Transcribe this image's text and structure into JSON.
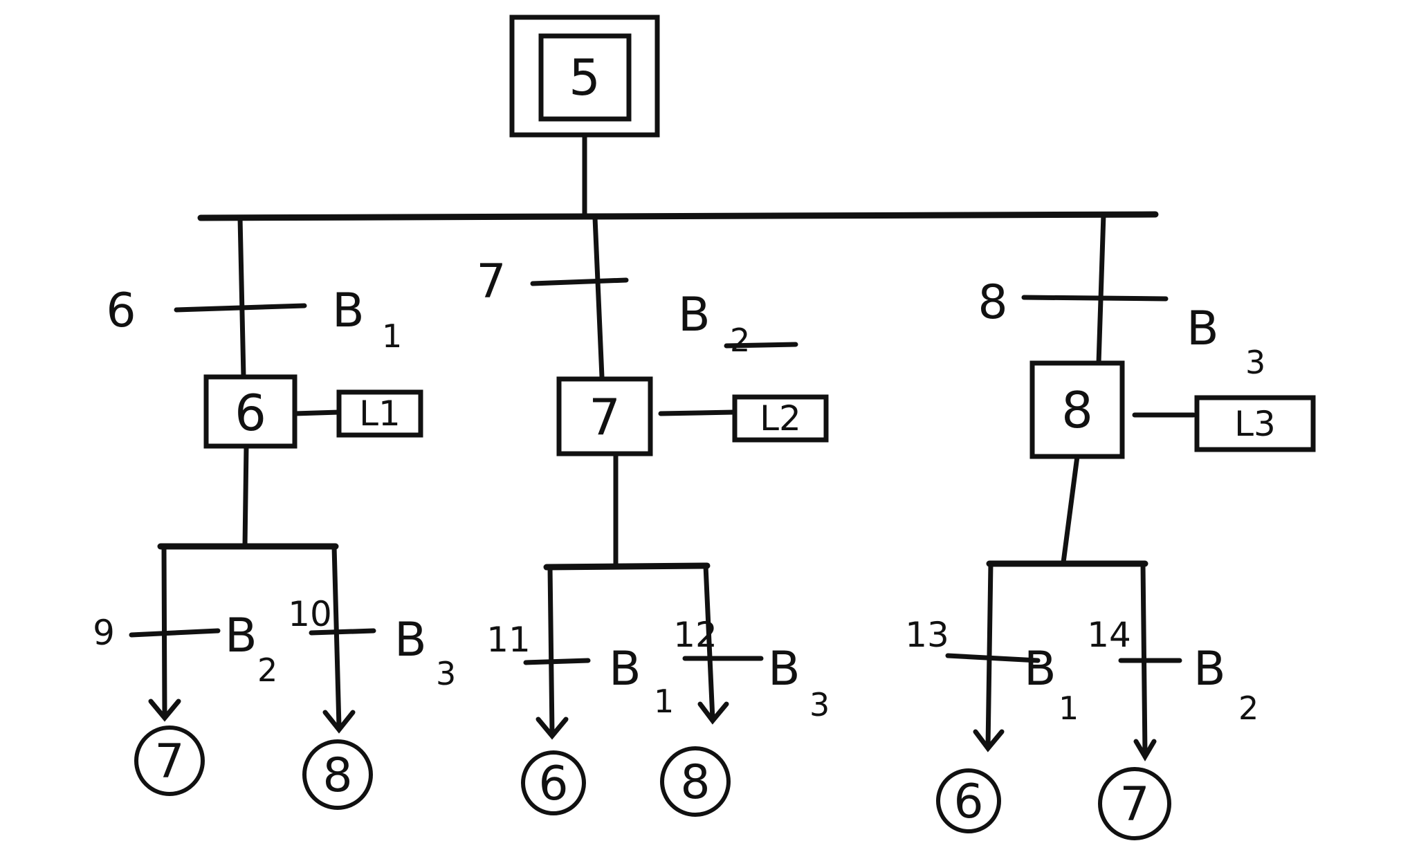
{
  "initial_step": {
    "label": "5"
  },
  "branches": [
    {
      "transition": {
        "number": "6",
        "cond": "B",
        "cond_sub": "1"
      },
      "step": {
        "label": "6",
        "action": "L1"
      },
      "sub_transitions": [
        {
          "number": "9",
          "cond": "B",
          "cond_sub": "2",
          "target": "7"
        },
        {
          "number": "10",
          "cond": "B",
          "cond_sub": "3",
          "target": "8"
        }
      ]
    },
    {
      "transition": {
        "number": "7",
        "cond": "B",
        "cond_sub": "2"
      },
      "step": {
        "label": "7",
        "action": "L2"
      },
      "sub_transitions": [
        {
          "number": "11",
          "cond": "B",
          "cond_sub": "1",
          "target": "6"
        },
        {
          "number": "12",
          "cond": "B",
          "cond_sub": "3",
          "target": "8"
        }
      ]
    },
    {
      "transition": {
        "number": "8",
        "cond": "B",
        "cond_sub": "3"
      },
      "step": {
        "label": "8",
        "action": "L3"
      },
      "sub_transitions": [
        {
          "number": "13",
          "cond": "B",
          "cond_sub": "1",
          "target": "6"
        },
        {
          "number": "14",
          "cond": "B",
          "cond_sub": "2",
          "target": "7"
        }
      ]
    }
  ]
}
